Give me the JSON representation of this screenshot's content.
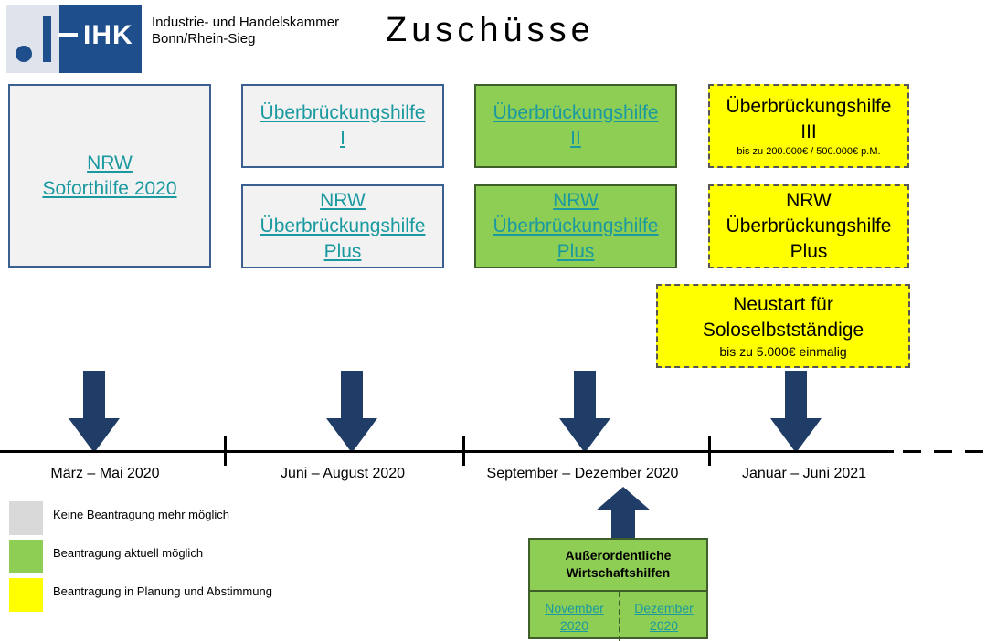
{
  "header": {
    "logo_text": "IHK",
    "org_line1": "Industrie- und Handelskammer",
    "org_line2": "Bonn/Rhein-Sieg",
    "title": "Zuschüsse"
  },
  "boxes": {
    "soforthilfe": {
      "line1": "NRW",
      "line2": "Soforthilfe 2020"
    },
    "ueb1": {
      "line1": "Überbrückungshilfe",
      "line2": "I"
    },
    "ueb_plus_1": {
      "line1": "NRW",
      "line2": "Überbrückungshilfe",
      "line3": "Plus"
    },
    "ueb2": {
      "line1": "Überbrückungshilfe",
      "line2": "II"
    },
    "ueb_plus_2": {
      "line1": "NRW",
      "line2": "Überbrückungshilfe",
      "line3": "Plus"
    },
    "ueb3": {
      "line1": "Überbrückungshilfe",
      "line2": "III",
      "note": "bis zu 200.000€ / 500.000€ p.M."
    },
    "ueb_plus_3": {
      "line1": "NRW",
      "line2": "Überbrückungshilfe",
      "line3": "Plus"
    },
    "neustart": {
      "line1": "Neustart für",
      "line2": "Soloselbstständige",
      "note": "bis zu 5.000€ einmalig"
    }
  },
  "timeline": {
    "periods": [
      "März – Mai 2020",
      "Juni – August 2020",
      "September – Dezember 2020",
      "Januar – Juni 2021"
    ]
  },
  "legend": [
    {
      "label": "Keine Beantragung  mehr möglich",
      "color": "#d9d9d9"
    },
    {
      "label": "Beantragung  aktuell möglich",
      "color": "#8fce55"
    },
    {
      "label": "Beantragung  in Planung und Abstimmung",
      "color": "#ffff00"
    }
  ],
  "extra": {
    "title1": "Außerordentliche",
    "title2": "Wirtschaftshilfen",
    "cell1_line1": "November",
    "cell1_line2": "2020",
    "cell2_line1": "Dezember",
    "cell2_line2": "2020"
  },
  "colors": {
    "arrow": "#1f3d66",
    "grey_box": "#f2f2f2",
    "green_box": "#8fce55",
    "yellow_box": "#ffff00",
    "link": "#1a9aa0"
  }
}
